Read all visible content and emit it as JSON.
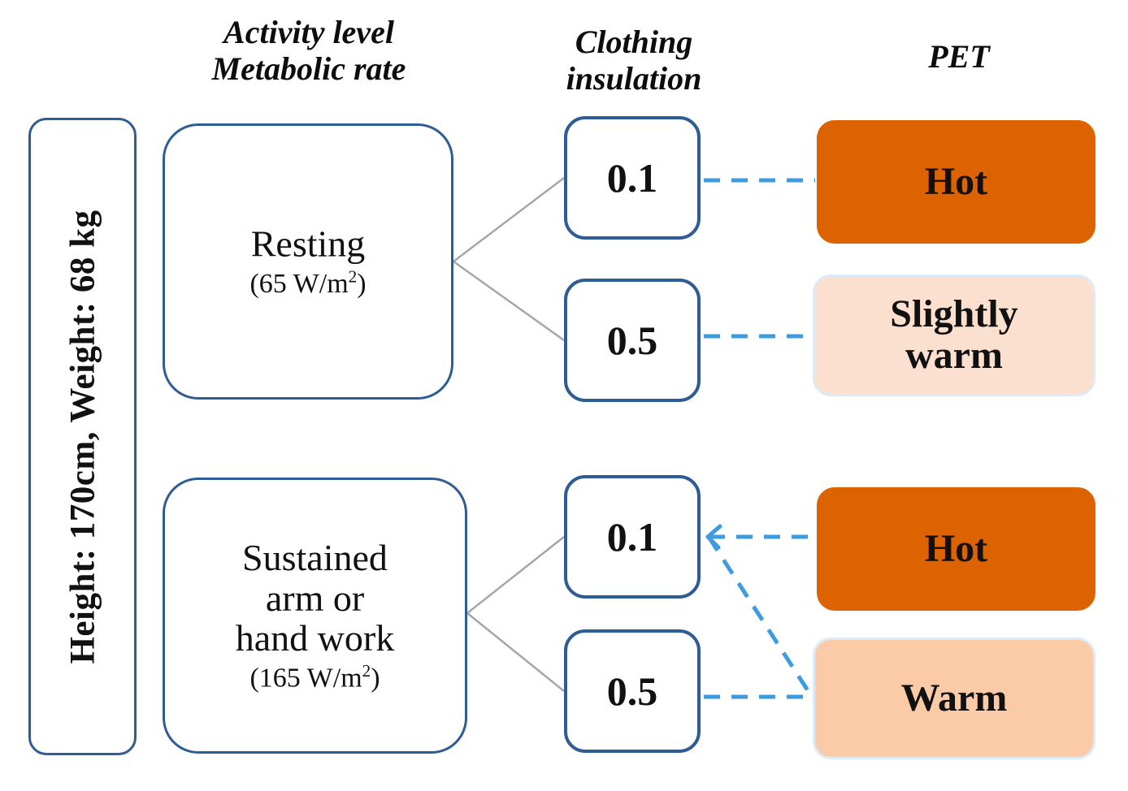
{
  "headers": {
    "activity": "Activity level\nMetabolic rate",
    "clothing": "Clothing\ninsulation",
    "pet": "PET"
  },
  "subject": {
    "label": "Height: 170cm, Weight: 68 kg"
  },
  "activities": [
    {
      "id": "resting",
      "title": "Resting",
      "metabolic_rate": "(65 W/m2)",
      "rate_value": 65,
      "rate_unit": "W/m2"
    },
    {
      "id": "sustained",
      "title": "Sustained arm or hand work",
      "metabolic_rate": "(165 W/m2)",
      "rate_value": 165,
      "rate_unit": "W/m2"
    }
  ],
  "clothing_levels": [
    {
      "id": "r-01",
      "value": "0.1"
    },
    {
      "id": "r-05",
      "value": "0.5"
    },
    {
      "id": "s-01",
      "value": "0.1"
    },
    {
      "id": "s-05",
      "value": "0.5"
    }
  ],
  "pet_results": [
    {
      "id": "hot-top",
      "label": "Hot",
      "color": "#DD6200",
      "text_color": "#111111"
    },
    {
      "id": "slightly-warm",
      "label": "Slightly warm",
      "color": "#FBE0D0",
      "text_color": "#111111"
    },
    {
      "id": "hot-bot",
      "label": "Hot",
      "color": "#DD6200",
      "text_color": "#111111"
    },
    {
      "id": "warm",
      "label": "Warm",
      "color": "#FBCBA8",
      "text_color": "#111111"
    }
  ],
  "colors": {
    "box_border": "#2E5C94",
    "branch_line": "#A6A6A6",
    "dashed_link": "#3D9BE0",
    "pale_border": "#DCEBF7",
    "background": "#FFFFFF"
  },
  "links": {
    "branch_style": "solid",
    "result_link_style": "dashed",
    "mappings": [
      {
        "from": "resting + 0.1",
        "to": "Hot"
      },
      {
        "from": "resting + 0.5",
        "to": "Slightly warm"
      },
      {
        "from": "sustained + 0.1",
        "to": "Hot"
      },
      {
        "from": "sustained + 0.1",
        "to": "Warm"
      },
      {
        "from": "sustained + 0.5",
        "to": "Warm"
      }
    ]
  }
}
